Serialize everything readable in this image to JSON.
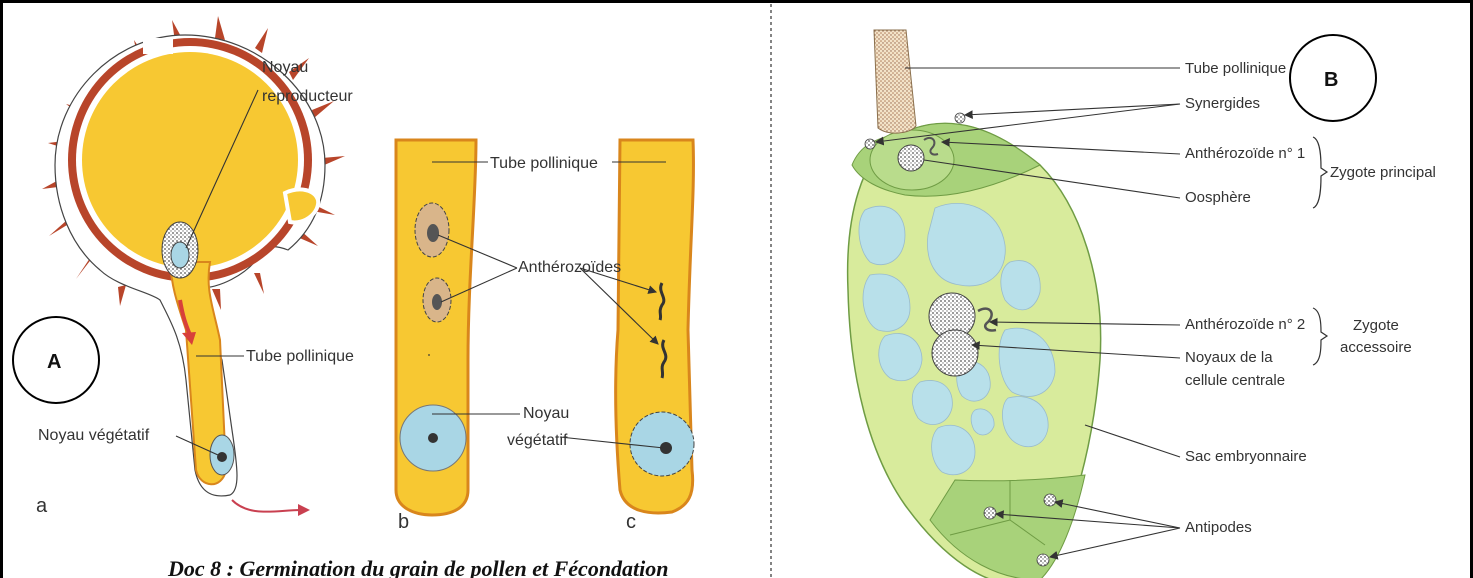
{
  "panel_a": {
    "badge": "A",
    "grain_labels": {
      "noyau_reproducteur_line1": "Noyau",
      "noyau_reproducteur_line2": "reproducteur",
      "tube_pollinique": "Tube pollinique",
      "noyau_vegetatif": "Noyau végétatif"
    },
    "tube_labels": {
      "tube_pollinique": "Tube pollinique",
      "antherozoides": "Anthérozoïdes",
      "noyau_line1": "Noyau",
      "noyau_line2": "végétatif"
    },
    "letters": {
      "a": "a",
      "b": "b",
      "c": "c"
    },
    "caption": "Doc 8 : Germination du grain de pollen et Fécondation"
  },
  "panel_b": {
    "badge": "B",
    "labels": {
      "tube_pollinique": "Tube pollinique",
      "synergides": "Synergides",
      "antherozoide_1": "Anthérozoïde n° 1",
      "oosphere": "Oosphère",
      "zygote_principal": "Zygote principal",
      "antherozoide_2": "Anthérozoïde n° 2",
      "noyaux_line1": "Noyaux de la",
      "noyaux_line2": "cellule centrale",
      "zygote_accessoire_line1": "Zygote",
      "zygote_accessoire_line2": "accessoire",
      "sac_embryonnaire": "Sac embryonnaire",
      "antipodes": "Antipodes"
    }
  },
  "colors": {
    "pollen_yellow": "#f7c832",
    "wall_orange": "#d9861c",
    "spine_red": "#b8452a",
    "nucleus_blue": "#a9d6e5",
    "sac_green": "#d8eb9c",
    "cell_green": "#a8d27a",
    "vacuole_blue": "#b8e0ea",
    "arrow_red": "#d8403a"
  }
}
